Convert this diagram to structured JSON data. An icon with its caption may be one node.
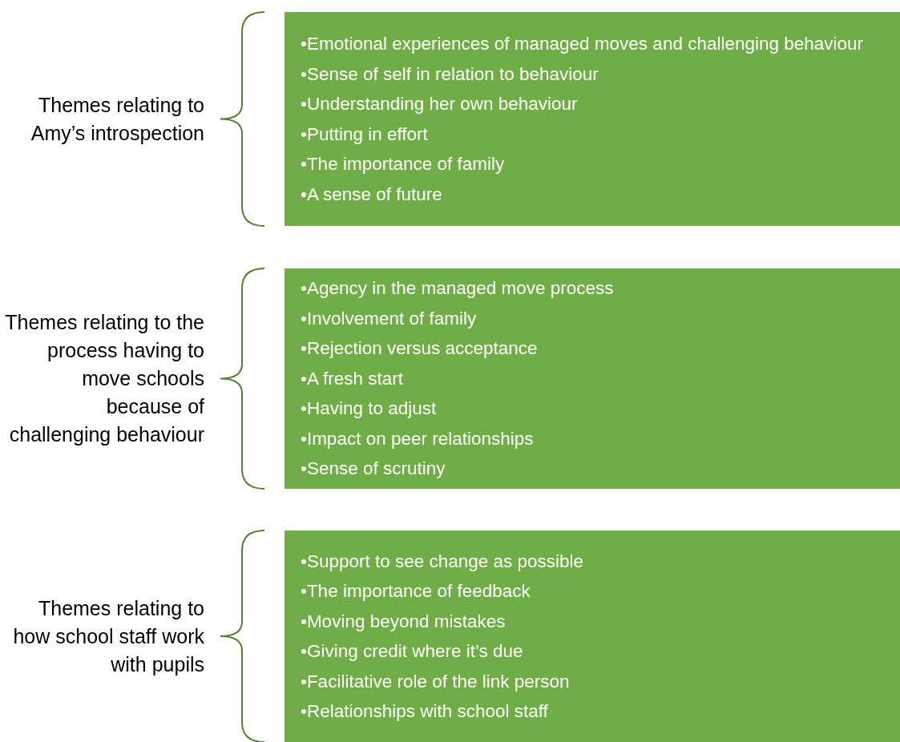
{
  "diagram": {
    "nodes": [
      {
        "text": [
          "Themes relating to Amy’s introspection"
        ]
      },
      {
        "text": [
          "•Emotional experiences of managed moves and challenging behaviour",
          "•Sense of self in relation to behaviour",
          "•Understanding her own behaviour",
          "•Putting in effort",
          "•The importance of family",
          "•A sense of future"
        ]
      },
      {
        "text": [
          "Themes relating to the process having to move schools because of challenging behaviour"
        ]
      },
      {
        "text": [
          "•Agency in the managed move process",
          "•Involvement of family",
          "•Rejection versus acceptance",
          "•A fresh start",
          "•Having to adjust",
          "•Impact on peer relationships",
          "•Sense of scrutiny"
        ]
      },
      {
        "text": [
          "Themes relating to how school staff work with pupils"
        ]
      },
      {
        "text": [
          "•Support to see change as possible",
          "•The importance of feedback",
          "•Moving beyond mistakes",
          "•Giving credit where it’s due",
          "•Facilitative role of the link person",
          "•Relationships with school staff"
        ]
      }
    ]
  }
}
